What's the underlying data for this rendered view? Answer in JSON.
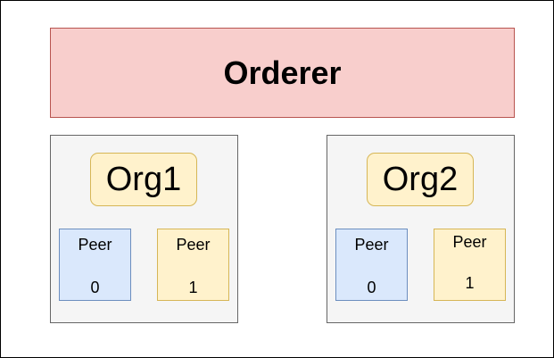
{
  "orderer": {
    "label": "Orderer"
  },
  "orgs": [
    {
      "label": "Org1",
      "peers": [
        {
          "name": "Peer",
          "number": "0"
        },
        {
          "name": "Peer",
          "number": "1"
        }
      ]
    },
    {
      "label": "Org2",
      "peers": [
        {
          "name": "Peer",
          "number": "0"
        },
        {
          "name": "Peer",
          "number": "1"
        }
      ]
    }
  ],
  "colors": {
    "orderer_fill": "#f8cecc",
    "orderer_stroke": "#b85450",
    "org_fill": "#f5f5f5",
    "org_stroke": "#666666",
    "label_fill": "#fff2cc",
    "label_stroke": "#d6b656",
    "peer0_fill": "#dae8fc",
    "peer0_stroke": "#6c8ebf",
    "peer1_fill": "#fff2cc",
    "peer1_stroke": "#d6b656"
  }
}
